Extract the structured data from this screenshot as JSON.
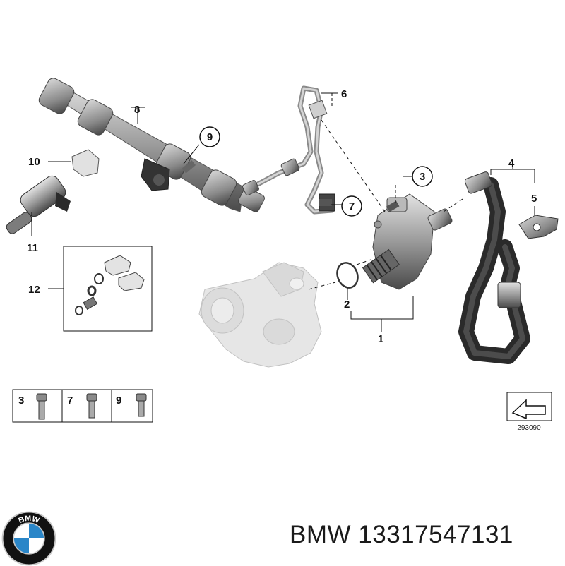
{
  "callouts": {
    "c1": "1",
    "c2": "2",
    "c3": "3",
    "c4": "4",
    "c5": "5",
    "c6": "6",
    "c7": "7",
    "c8": "8",
    "c9": "9",
    "c10": "10",
    "c11": "11",
    "c12": "12"
  },
  "fastener_legend": {
    "a": "3",
    "b": "7",
    "c": "9"
  },
  "ref_number": "293090",
  "brand": {
    "title": "BMW 13317547131",
    "logo_letters": "BMW",
    "colors": {
      "blue": "#2a86c8",
      "black": "#111111",
      "silver": "#c9c9c9"
    }
  },
  "colors": {
    "part_dark": "#3b3b3b",
    "part_mid": "#8d8d8d",
    "part_light": "#d7d7d7",
    "ghost": "#e3e3e3"
  }
}
